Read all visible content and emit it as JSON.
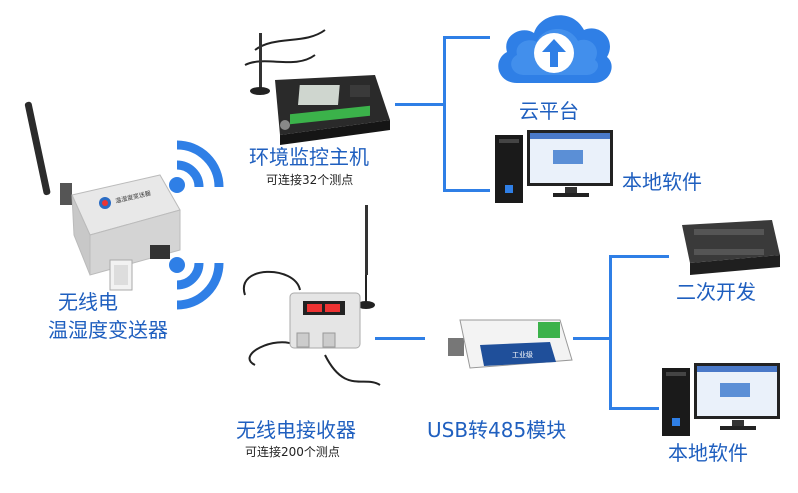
{
  "sensor": {
    "label_line1": "无线电",
    "label_line2": "温湿度变送器",
    "device_text": "温湿度变送器"
  },
  "host": {
    "label": "环境监控主机",
    "sub": "可连接32个测点"
  },
  "receiver": {
    "label": "无线电接收器",
    "sub": "可连接200个测点"
  },
  "usb": {
    "label": "USB转485模块",
    "device_text": "工业级"
  },
  "cloud": {
    "label": "云平台"
  },
  "pc_top": {
    "label": "本地软件"
  },
  "plc": {
    "label": "二次开发"
  },
  "pc_bottom": {
    "label": "本地软件"
  },
  "colors": {
    "accent": "#2f7fe6",
    "label": "#1f5fbf"
  }
}
